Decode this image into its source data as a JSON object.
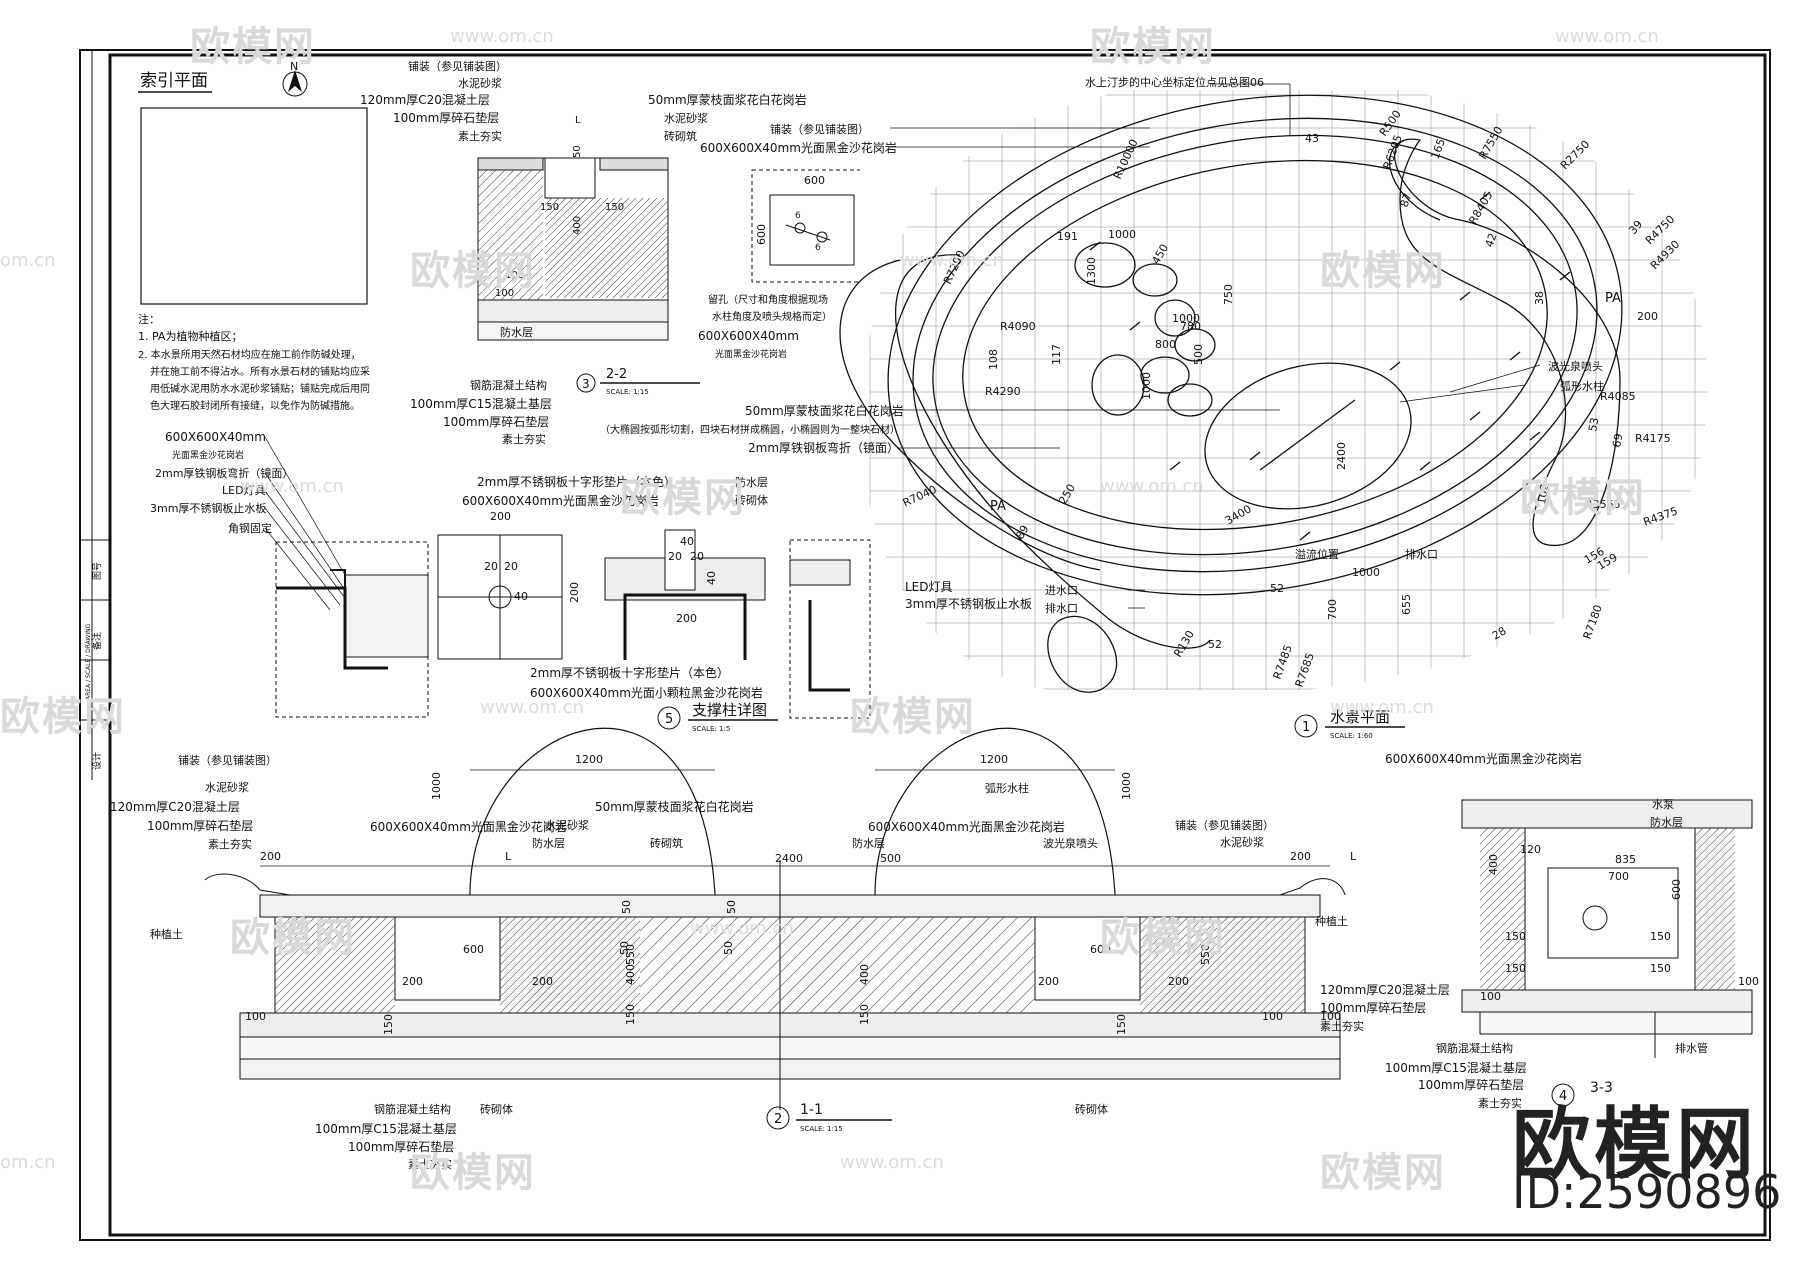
{
  "watermark": {
    "brand": "欧模网",
    "url": "www.om.cn",
    "url_short": "om.cn",
    "url_prefix": "www.om.cn"
  },
  "brand": {
    "name": "欧模网",
    "id": "ID:2590896"
  },
  "index_plan": {
    "title": "索引平面",
    "north": "N",
    "notes_title": "注：",
    "notes": [
      "1. PA为植物种植区；",
      "2. 本水景所用天然石材均应在施工前作防碱处理，",
      "并在施工前不得沾水。所有水景石材的铺贴均应采",
      "用低碱水泥用防水水泥砂浆铺贴；铺贴完成后用同",
      "色大理石胶封闭所有接缝，以免作为防碱措施。"
    ]
  },
  "section_2": {
    "title": "2-2",
    "num": "3",
    "scale": "SCALE:   1:15",
    "labels_left": [
      "铺装（参见铺装图）",
      "水泥砂浆",
      "120mm厚C20混凝土层",
      "100mm厚碎石垫层",
      "素土夯实"
    ],
    "labels_right": [
      "50mm厚蒙枝面浆花白花岗岩",
      "水泥砂浆",
      "砖砌筑"
    ],
    "labels_bottom": [
      "防水层",
      "钢筋混凝土结构",
      "100mm厚C15混凝土基层",
      "100mm厚碎石垫层",
      "素土夯实"
    ],
    "dims": [
      "L",
      "50",
      "150",
      "400",
      "150",
      "100",
      "100"
    ]
  },
  "plate_detail": {
    "size": "600",
    "hole_a": "6",
    "hole_b": "6",
    "labels": [
      "留孔（尺寸和角度根据现场",
      "水柱角度及喷头规格而定）",
      "600X600X40mm",
      "光面黑金沙花岗岩"
    ]
  },
  "plan_labels": {
    "top": "水上汀步的中心坐标定位点见总图06",
    "paving": "铺装（参见铺装图）",
    "stone": "600X600X40mm光面黑金沙花岗岩",
    "edge1": "50mm厚蒙枝面浆花白花岗岩",
    "edge2": "（大椭圆按弧形切割，四块石材拼成椭圆，小椭圆则为一整块石材）",
    "steel": "2mm厚铁钢板弯折（镜面）",
    "spray": "波光泉喷头",
    "arc_jet": "弧形水柱",
    "inlet": "进水口",
    "drain": "排水口",
    "overflow": "溢流位置",
    "outlet": "排水口",
    "pa1": "PA",
    "pa2": "PA",
    "radii": [
      "R6205",
      "R500",
      "R7550",
      "R2750",
      "R10000",
      "R4750",
      "R4930",
      "R8405",
      "R7290",
      "R4090",
      "R4290",
      "R4085",
      "R4175",
      "R3565",
      "R4375",
      "R7040",
      "R7180",
      "R7485",
      "R7685",
      "R130"
    ],
    "dims": [
      "1000",
      "1300",
      "450",
      "750",
      "1000",
      "800",
      "780",
      "500",
      "1000",
      "2400",
      "3400",
      "1000",
      "700",
      "655",
      "191",
      "117",
      "108",
      "250",
      "89",
      "52",
      "52",
      "159",
      "165",
      "87",
      "43",
      "42",
      "39",
      "38",
      "200",
      "69",
      "53",
      "102",
      "156",
      "28"
    ]
  },
  "plan_title": {
    "num": "1",
    "name": "水景平面",
    "scale": "SCALE:   1:60"
  },
  "detail_led": {
    "labels": [
      "600X600X40mm",
      "光面黑金沙花岗岩",
      "2mm厚铁钢板弯折（镜面）",
      "LED灯具",
      "3mm厚不锈钢板止水板",
      "角钢固定"
    ]
  },
  "detail_support": {
    "num": "5",
    "name": "支撑柱详图",
    "scale": "SCALE:   1:5",
    "top_label": "2mm厚不锈钢板十字形垫片（本色）",
    "stone": "600X600X40mm光面黑金沙花岗岩",
    "right_labels": [
      "防水层",
      "砖砌体"
    ],
    "bottom1": "2mm厚不锈钢板十字形垫片（本色）",
    "bottom2": "600X600X40mm光面小颗粒黑金沙花岗岩",
    "dims": [
      "200",
      "20",
      "20",
      "40",
      "200",
      "40",
      "20",
      "20",
      "40",
      "200"
    ]
  },
  "detail_led2": {
    "labels": [
      "LED灯具",
      "3mm厚不锈钢板止水板"
    ]
  },
  "section_1": {
    "title": "1-1",
    "num": "2",
    "scale": "SCALE:   1:15",
    "labels_left": [
      "铺装（参见铺装图）",
      "水泥砂浆",
      "120mm厚C20混凝土层",
      "100mm厚碎石垫层",
      "素土夯实"
    ],
    "labels_mid": [
      "50mm厚蒙枝面浆花白花岗岩",
      "600X600X40mm光面黑金沙花岗岩",
      "水泥砂浆",
      "防水层",
      "砖砌筑"
    ],
    "labels_mid2": [
      "600X600X40mm光面黑金沙花岗岩",
      "防水层"
    ],
    "labels_right": [
      "弧形水柱",
      "铺装（参见铺装图）",
      "水泥砂浆",
      "波光泉喷头"
    ],
    "labels_right2": [
      "120mm厚C20混凝土层",
      "100mm厚碎石垫层",
      "素土夯实"
    ],
    "labels_bottom": [
      "钢筋混凝土结构",
      "100mm厚C15混凝土基层",
      "100mm厚碎石垫层",
      "素土夯实"
    ],
    "brick": "砖砌体",
    "brick2": "砖砌体",
    "plant": "种植土",
    "plant2": "种植土",
    "dims": [
      "200",
      "L",
      "1200",
      "1000",
      "2400",
      "500",
      "1200",
      "1000",
      "200",
      "L",
      "600",
      "200",
      "200",
      "550",
      "400",
      "150",
      "100",
      "150",
      "50",
      "50",
      "600",
      "200",
      "200",
      "550",
      "400",
      "150",
      "100",
      "150",
      "50",
      "50",
      "100"
    ]
  },
  "section_3": {
    "title": "3-3",
    "num": "4",
    "labels_top": [
      "600X600X40mm光面黑金沙花岗岩",
      "水泵",
      "防水层"
    ],
    "labels_bottom": [
      "钢筋混凝土结构",
      "100mm厚C15混凝土基层",
      "100mm厚碎石垫层",
      "素土夯实"
    ],
    "drain": "排水管",
    "dims": [
      "400",
      "120",
      "835",
      "700",
      "600",
      "150",
      "150",
      "150",
      "150",
      "100",
      "100"
    ]
  },
  "title_block": [
    "设计",
    "备注",
    "AREA / SCALE / DRAWING",
    "图号"
  ]
}
